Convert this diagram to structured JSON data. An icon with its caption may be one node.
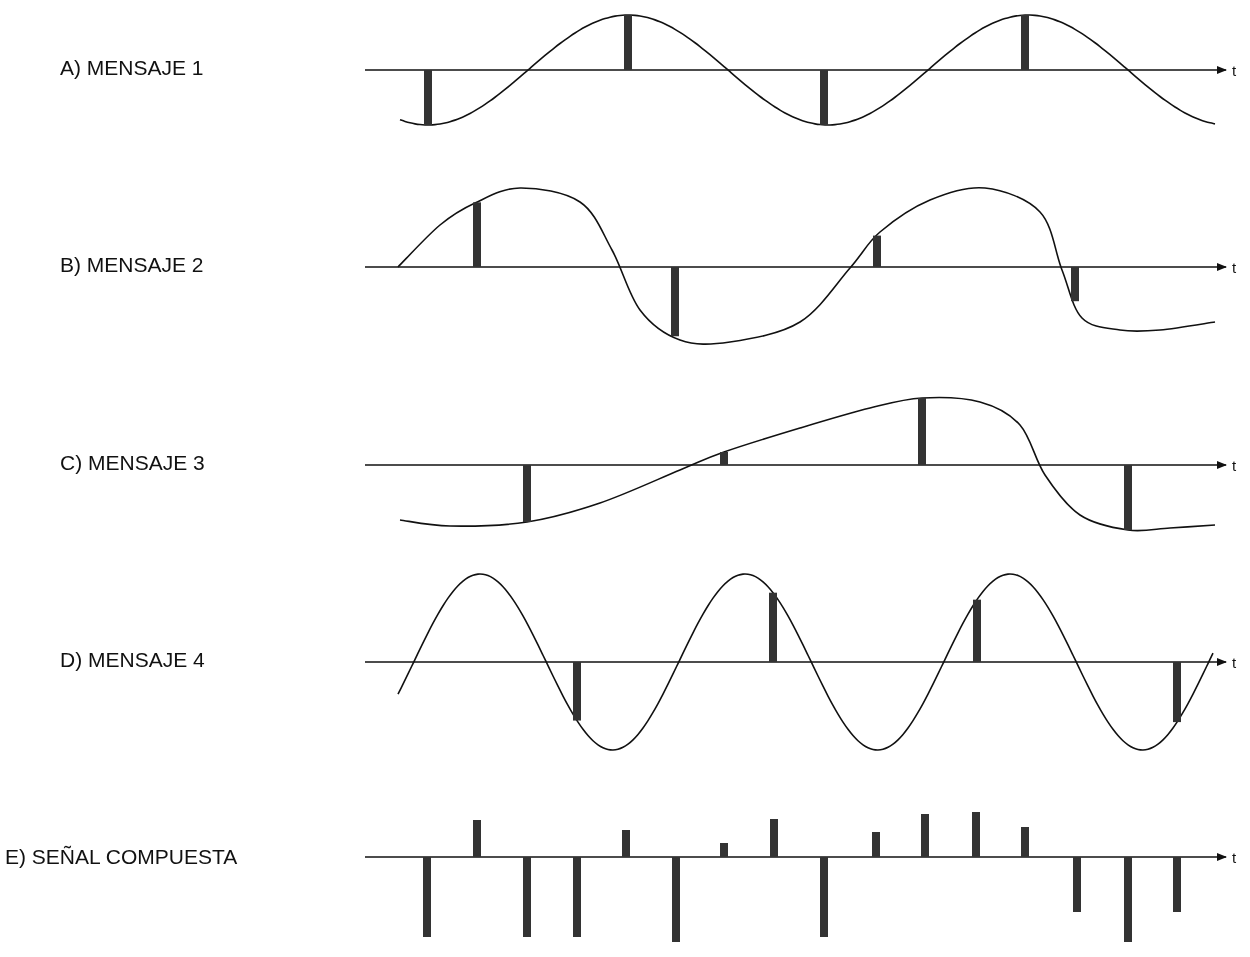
{
  "diagram": {
    "labels": [
      "A) MENSAJE 1",
      "t",
      "B) MENSAJE 2",
      "t",
      "C) MENSAJE 3",
      "t",
      "D) MENSAJE 4",
      "t",
      "E) SEÑAL COMPUESTA",
      "t"
    ]
  }
}
